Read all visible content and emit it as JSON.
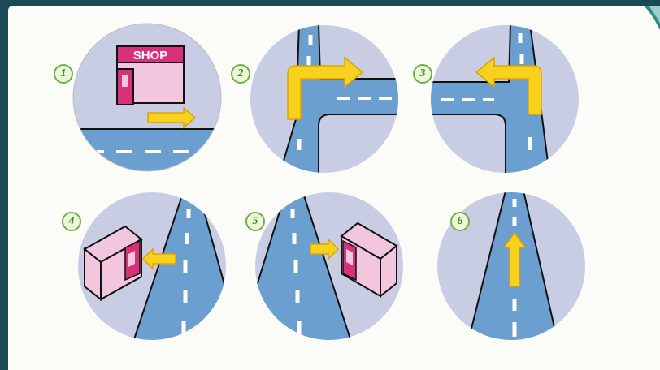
{
  "panels": [
    {
      "number": "1",
      "sign_text": "SHOP",
      "label": "shop-on-street"
    },
    {
      "number": "2",
      "label": "turn-right-at-junction"
    },
    {
      "number": "3",
      "label": "turn-left-at-junction"
    },
    {
      "number": "4",
      "label": "shop-on-the-left"
    },
    {
      "number": "5",
      "label": "shop-on-the-right"
    },
    {
      "number": "6",
      "label": "go-straight-ahead"
    }
  ],
  "colors": {
    "background": "#1b4a55",
    "card": "#fbfbf8",
    "sky": "#c9cde3",
    "road": "#6a9fd0",
    "arrow": "#f6d21e",
    "shop_wall": "#f2c6dc",
    "shop_front": "#d8307a",
    "badge": "#6bb04a"
  }
}
